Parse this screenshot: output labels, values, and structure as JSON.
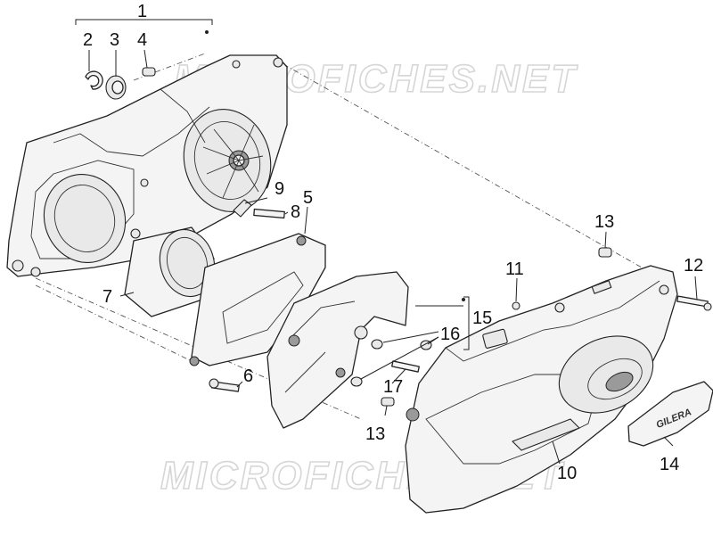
{
  "watermark": "MICROFICHES.NET",
  "callouts": [
    {
      "id": "c1",
      "text": "1"
    },
    {
      "id": "c2",
      "text": "2"
    },
    {
      "id": "c3",
      "text": "3"
    },
    {
      "id": "c4",
      "text": "4"
    },
    {
      "id": "c5",
      "text": "5"
    },
    {
      "id": "c6",
      "text": "6"
    },
    {
      "id": "c7",
      "text": "7"
    },
    {
      "id": "c8",
      "text": "8"
    },
    {
      "id": "c9",
      "text": "9"
    },
    {
      "id": "c10",
      "text": "10"
    },
    {
      "id": "c11",
      "text": "11"
    },
    {
      "id": "c12",
      "text": "12"
    },
    {
      "id": "c13a",
      "text": "13"
    },
    {
      "id": "c13b",
      "text": "13"
    },
    {
      "id": "c14",
      "text": "14"
    },
    {
      "id": "c15",
      "text": "15"
    },
    {
      "id": "c16",
      "text": "16"
    },
    {
      "id": "c17",
      "text": "17"
    }
  ],
  "badge_text": "GILERA",
  "colors": {
    "line": "#222222",
    "fill": "#f4f4f4",
    "watermark": "#d6d6d6"
  }
}
